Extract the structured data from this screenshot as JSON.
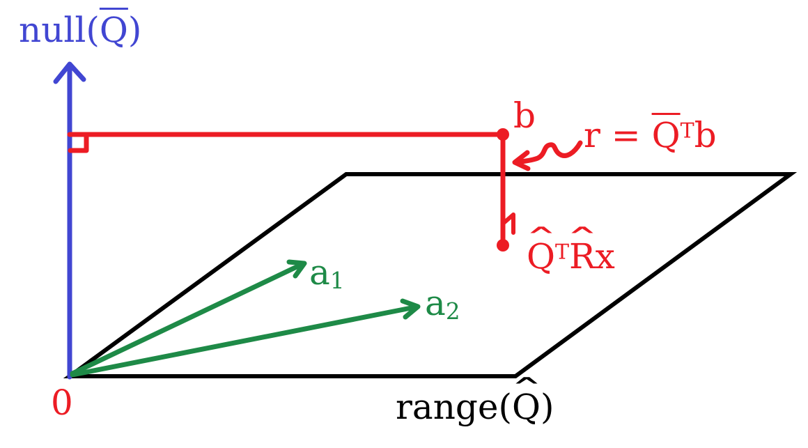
{
  "colors": {
    "blue": "#4146d2",
    "red": "#ec1c24",
    "green": "#1e8a47",
    "black": "#000000",
    "background": "#ffffff"
  },
  "labels": {
    "hat_char": "ˆ",
    "null_space": {
      "pre": "null(",
      "matrix": "Q",
      "post": ")"
    },
    "range": {
      "pre": "range(",
      "matrix": "Q",
      "post": ")"
    },
    "origin": {
      "text": "0"
    },
    "b_point": {
      "text": "b"
    },
    "residual": {
      "pre": "r = ",
      "matrix": "Q",
      "sup": "T",
      "vector": "b"
    },
    "projection": {
      "q": "Q",
      "sup": "T",
      "r": "R",
      "x": "x"
    },
    "a1": {
      "base": "a",
      "sub": "1"
    },
    "a2": {
      "base": "a",
      "sub": "2"
    }
  }
}
